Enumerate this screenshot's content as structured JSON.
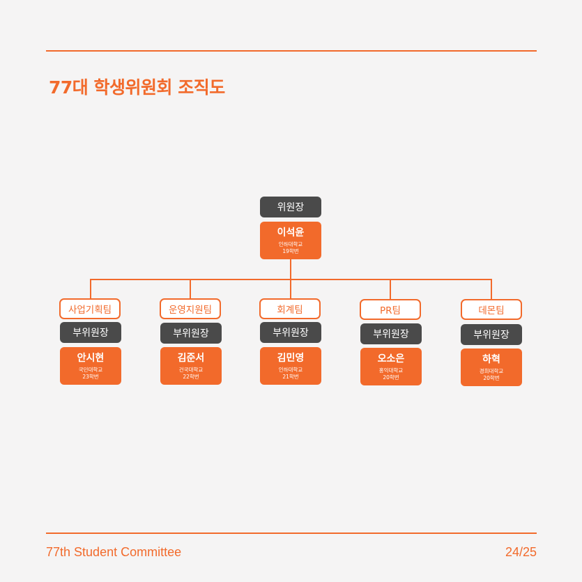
{
  "title": "77대 학생위원회 조직도",
  "footer": {
    "left": "77th Student Committee",
    "page": "24/25"
  },
  "chair": {
    "role": "위원장",
    "name": "이석윤",
    "school": "인하대학교",
    "year": "19학번"
  },
  "teams": [
    {
      "team": "사업기획팀",
      "role": "부위원장",
      "name": "안시현",
      "school": "국민대학교",
      "year": "23학번"
    },
    {
      "team": "운영지원팀",
      "role": "부위원장",
      "name": "김준서",
      "school": "건국대학교",
      "year": "22학번"
    },
    {
      "team": "회계팀",
      "role": "부위원장",
      "name": "김민영",
      "school": "인하대학교",
      "year": "21학번"
    },
    {
      "team": "PR팀",
      "role": "부위원장",
      "name": "오소은",
      "school": "홍익대학교",
      "year": "20학번"
    },
    {
      "team": "데몬팀",
      "role": "부위원장",
      "name": "하혁",
      "school": "경희대학교",
      "year": "20학번"
    }
  ],
  "colors": {
    "accent": "#f26a2b",
    "dark": "#4a4a4a",
    "background": "#f5f4f4"
  }
}
